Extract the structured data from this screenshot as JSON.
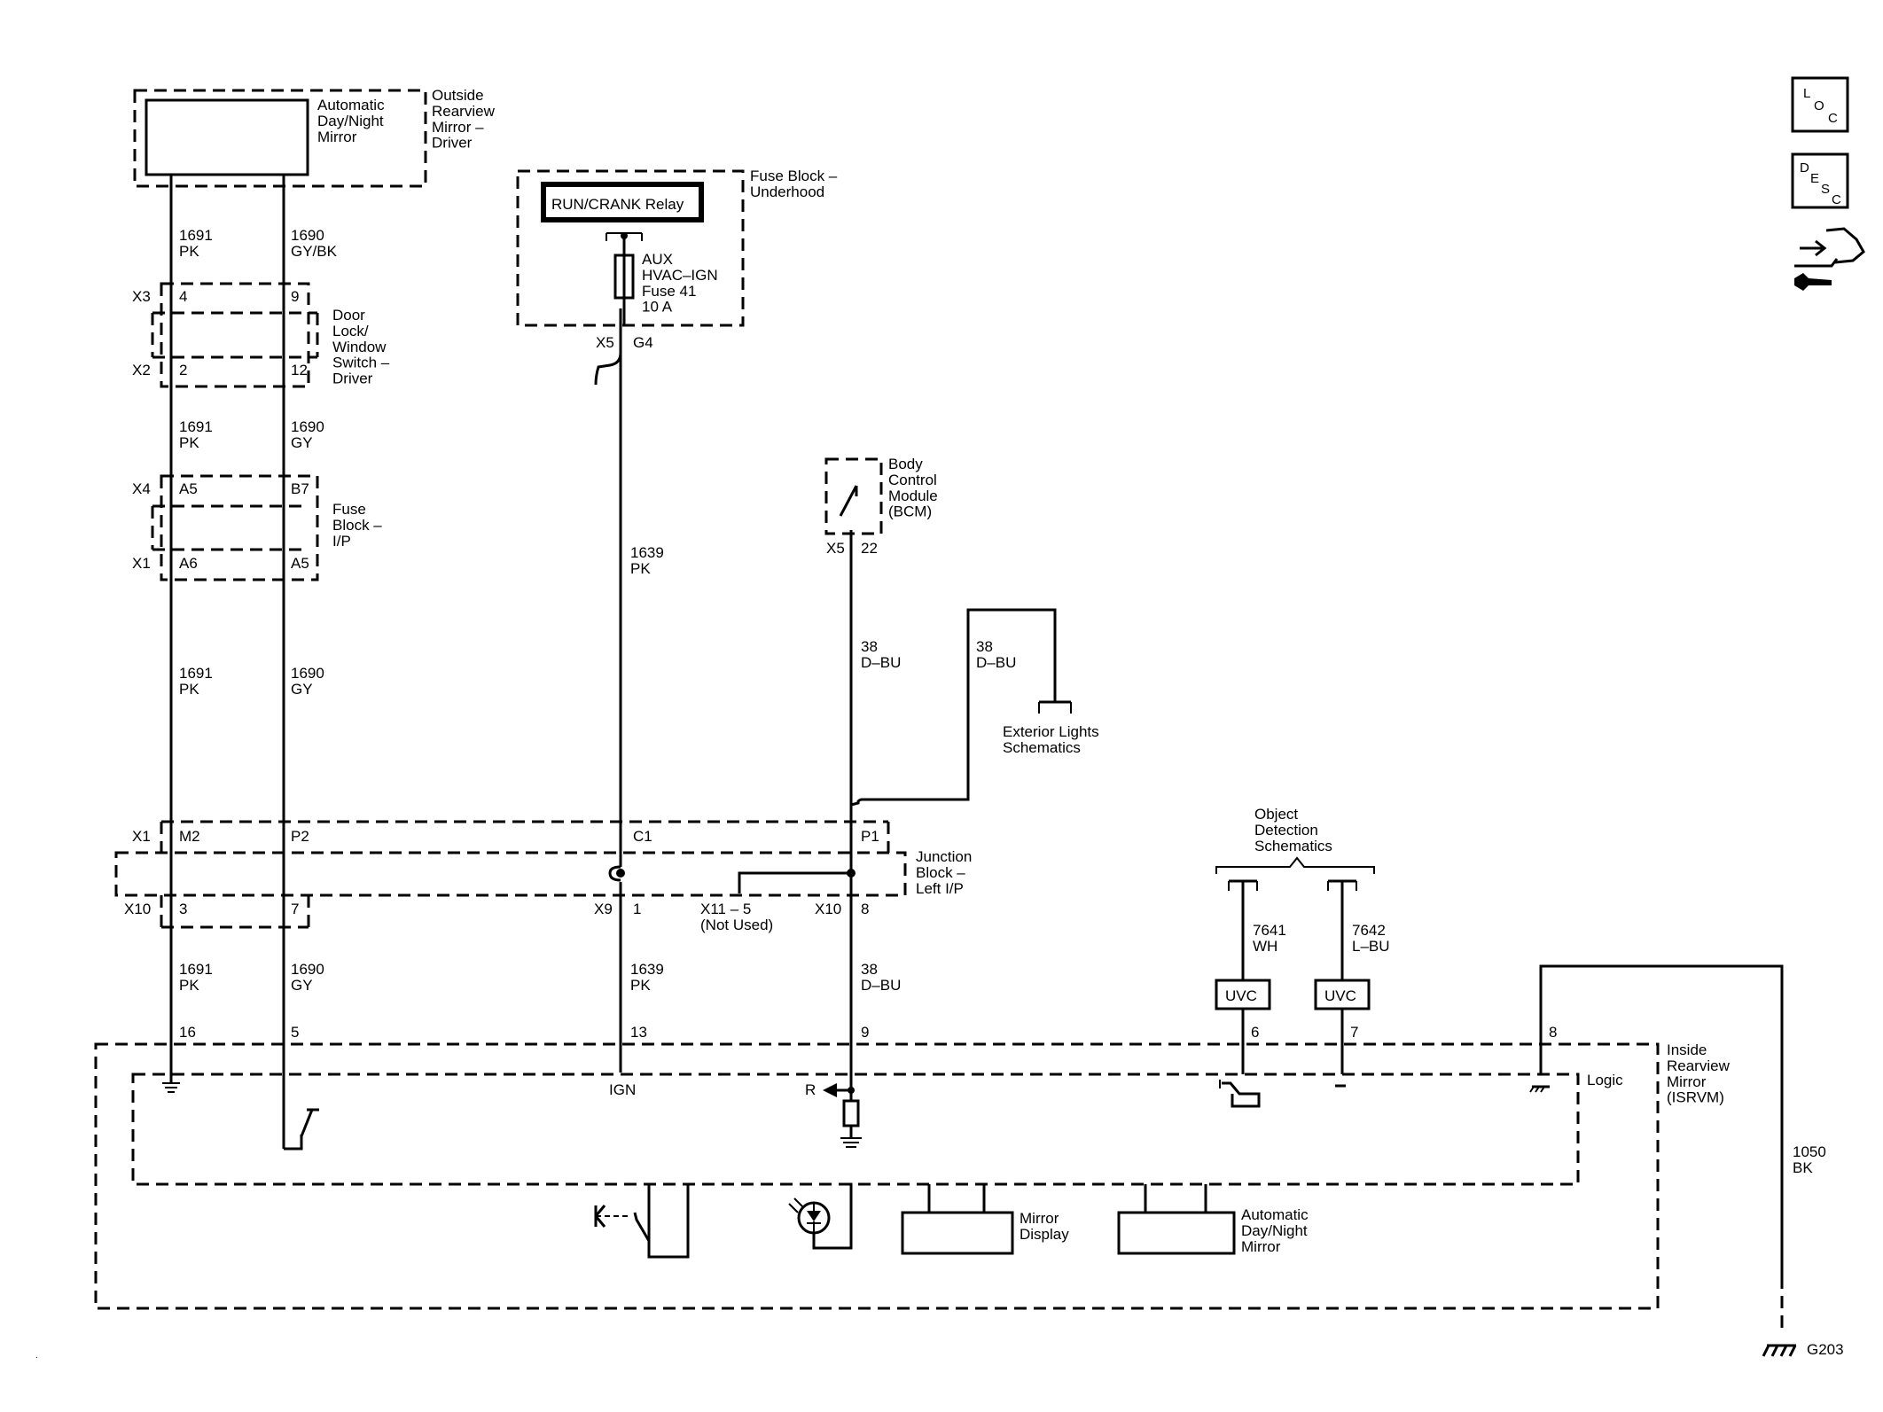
{
  "components": {
    "outside_mirror_inner": "Automatic\nDay/Night\nMirror",
    "outside_mirror": "Outside\nRearview\nMirror –\nDriver",
    "fuse_block_underhood": "Fuse Block –\nUnderhood",
    "run_crank_relay": "RUN/CRANK Relay",
    "aux_fuse": "AUX\nHVAC–IGN\nFuse 41\n10 A",
    "door_lock_switch": "Door\nLock/\nWindow\nSwitch –\nDriver",
    "fuse_block_ip": "Fuse\nBlock –\nI/P",
    "bcm": "Body\nControl\nModule\n(BCM)",
    "exterior_lights": "Exterior Lights\nSchematics",
    "object_detection": "Object\nDetection\nSchematics",
    "junction_block": "Junction\nBlock –\nLeft I/P",
    "x11_not_used": "X11 – 5\n(Not Used)",
    "isrvm": "Inside\nRearview\nMirror\n(ISRVM)",
    "logic": "Logic",
    "ign_label": "IGN",
    "r_label": "R",
    "mirror_display": "Mirror\nDisplay",
    "auto_mirror_inner": "Automatic\nDay/Night\nMirror",
    "uvc": "UVC",
    "ground": "G203"
  },
  "wires": {
    "w1691_pk": "1691\nPK",
    "w1690_gybk": "1690\nGY/BK",
    "w1690_gy": "1690\nGY",
    "w1639_pk": "1639\nPK",
    "w38_dbu": "38\nD–BU",
    "w7641_wh": "7641\nWH",
    "w7642_lbu": "7642\nL–BU",
    "w1050_bk": "1050\nBK"
  },
  "connectors": {
    "x1": "X1",
    "x2": "X2",
    "x3": "X3",
    "x4": "X4",
    "x5": "X5",
    "x9": "X9",
    "x10": "X10"
  },
  "pins": {
    "p4": "4",
    "p9": "9",
    "p2": "2",
    "p12": "12",
    "a5": "A5",
    "b7": "B7",
    "a6": "A6",
    "m2": "M2",
    "pp2": "P2",
    "c1": "C1",
    "pp1": "P1",
    "p3": "3",
    "p7": "7",
    "p1": "1",
    "p8": "8",
    "g4": "G4",
    "p22": "22",
    "p16": "16",
    "p5": "5",
    "p13": "13",
    "p6": "6"
  },
  "icons": {
    "loc": {
      "top": "L",
      "mid": "O",
      "sub": "C"
    },
    "desc": {
      "top": "D",
      "mid": "E",
      "sub": "S",
      "sub2": "C"
    }
  }
}
